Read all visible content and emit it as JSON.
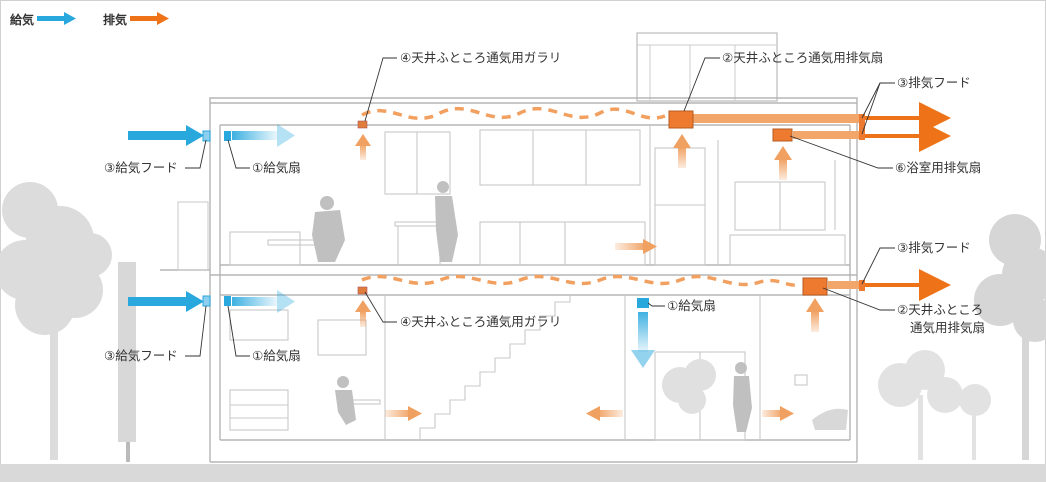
{
  "legend": {
    "supply": "給気",
    "exhaust": "排気",
    "supply_color": "#29a8de",
    "exhaust_color": "#ee7318"
  },
  "labels": {
    "l1": "④天井ふところ通気用ガラリ",
    "l2": "②天井ふところ通気用排気扇",
    "l3": "③排気フード",
    "l4": "③給気フード",
    "l5": "①給気扇",
    "l6": "⑥浴室用排気扇",
    "l7": "③排気フード",
    "l8": "③給気フード",
    "l9": "①給気扇",
    "l10": "④天井ふところ通気用ガラリ",
    "l11": "①給気扇",
    "l12a": "②天井ふところ",
    "l12b": "通気用排気扇"
  },
  "icons": [
    "supply-arrow-icon",
    "exhaust-arrow-icon",
    "tree-icon",
    "person-icon",
    "window-icon",
    "stair-icon"
  ]
}
